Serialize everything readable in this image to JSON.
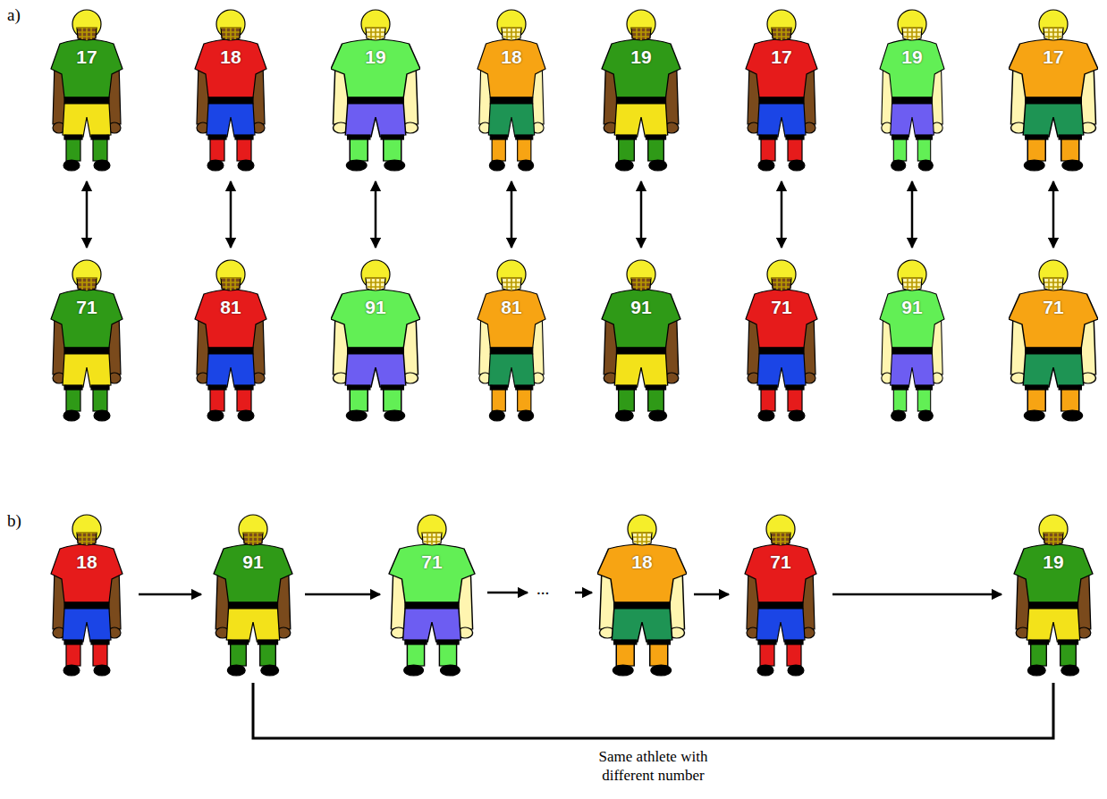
{
  "diagram": {
    "nodes": [
      {
        "text": [
          "17"
        ]
      },
      {
        "text": [
          "18"
        ]
      },
      {
        "text": [
          "19"
        ]
      },
      {
        "text": [
          "18"
        ]
      },
      {
        "text": [
          "19"
        ]
      },
      {
        "text": [
          "17"
        ]
      },
      {
        "text": [
          "19"
        ]
      },
      {
        "text": [
          "17"
        ]
      },
      {
        "text": [
          "71"
        ]
      },
      {
        "text": [
          "81"
        ]
      },
      {
        "text": [
          "91"
        ]
      },
      {
        "text": [
          "81"
        ]
      },
      {
        "text": [
          "91"
        ]
      },
      {
        "text": [
          "71"
        ]
      },
      {
        "text": [
          "91"
        ]
      },
      {
        "text": [
          "71"
        ]
      },
      {
        "text": [
          "18"
        ]
      },
      {
        "text": [
          "91"
        ]
      },
      {
        "text": [
          "71"
        ]
      },
      {
        "text": [
          "18"
        ]
      },
      {
        "text": [
          "71"
        ]
      },
      {
        "text": [
          "19"
        ]
      }
    ],
    "edges": [
      {
        "from": 0,
        "to": 8,
        "arrow": "both"
      },
      {
        "from": 1,
        "to": 9,
        "arrow": "both"
      },
      {
        "from": 2,
        "to": 10,
        "arrow": "both"
      },
      {
        "from": 3,
        "to": 11,
        "arrow": "both"
      },
      {
        "from": 4,
        "to": 12,
        "arrow": "both"
      },
      {
        "from": 5,
        "to": 13,
        "arrow": "both"
      },
      {
        "from": 6,
        "to": 14,
        "arrow": "both"
      },
      {
        "from": 7,
        "to": 15,
        "arrow": "both"
      },
      {
        "from": 16,
        "to": 17,
        "arrow": "to"
      },
      {
        "from": 17,
        "to": 18,
        "arrow": "to"
      },
      {
        "from": 19,
        "to": 20,
        "arrow": "to"
      },
      {
        "from": 20,
        "to": 21,
        "arrow": "to"
      },
      {
        "from": 17,
        "to": 21,
        "arrow": "none",
        "label": "Same athlete with different number"
      }
    ],
    "labels": [
      "a)",
      "b)",
      "..."
    ]
  }
}
